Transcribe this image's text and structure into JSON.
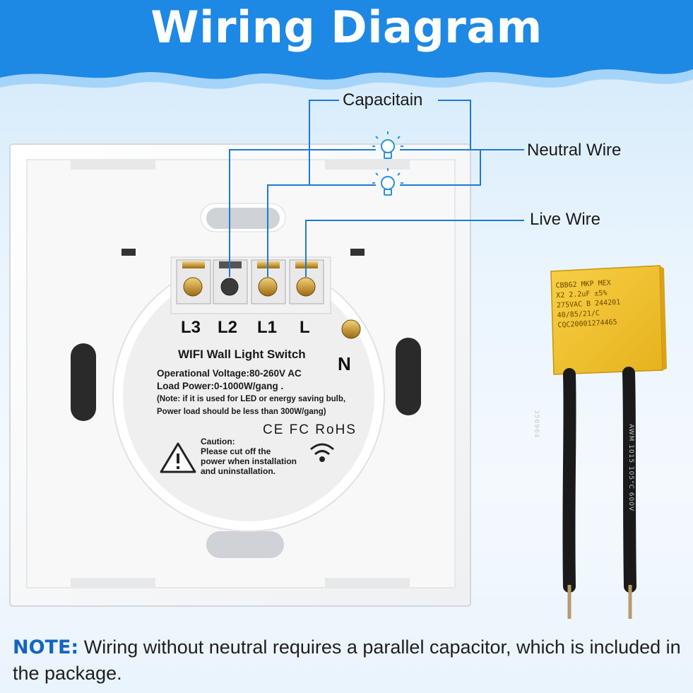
{
  "title": "Wiring Diagram",
  "labels": {
    "capacitor": "Capacitain",
    "neutral": "Neutral Wire",
    "live": "Live Wire"
  },
  "terminals": [
    "L3",
    "L2",
    "L1",
    "L"
  ],
  "neutral_terminal": "N",
  "switch_panel": {
    "title": "WIFI Wall Light Switch",
    "voltage": "Operational Voltage:80-260V AC",
    "load": "Load Power:0-1000W/gang .",
    "note_line1": "(Note: if it is used for LED or energy saving bulb,",
    "note_line2": "Power load should be less than 300W/gang)",
    "certs": "CE FC RoHS",
    "caution_title": "Caution:",
    "caution_l1": "Please cut off the",
    "caution_l2": "power when installation",
    "caution_l3": "and uninstallation."
  },
  "capacitor_print": {
    "l1": "CBB62 MKP MEX",
    "l2": "X2  2.2uF  ±5%",
    "l3": "275VAC  B  244201",
    "l4": "40/85/21/C",
    "l5": "CQC20001274465"
  },
  "wire_print": {
    "left": "356964",
    "right": "AWM 1015 105°C 600V"
  },
  "note": {
    "key": "NOTE:",
    "text": " Wiring without neutral requires a parallel capacitor, which is included in the package."
  },
  "colors": {
    "header_blue": "#1e88e5",
    "accent_text": "#1565c0",
    "capacitor_yellow": "#f2c12e",
    "wire_black": "#1a1a1a",
    "bulb_blue": "#2a8fe0"
  }
}
